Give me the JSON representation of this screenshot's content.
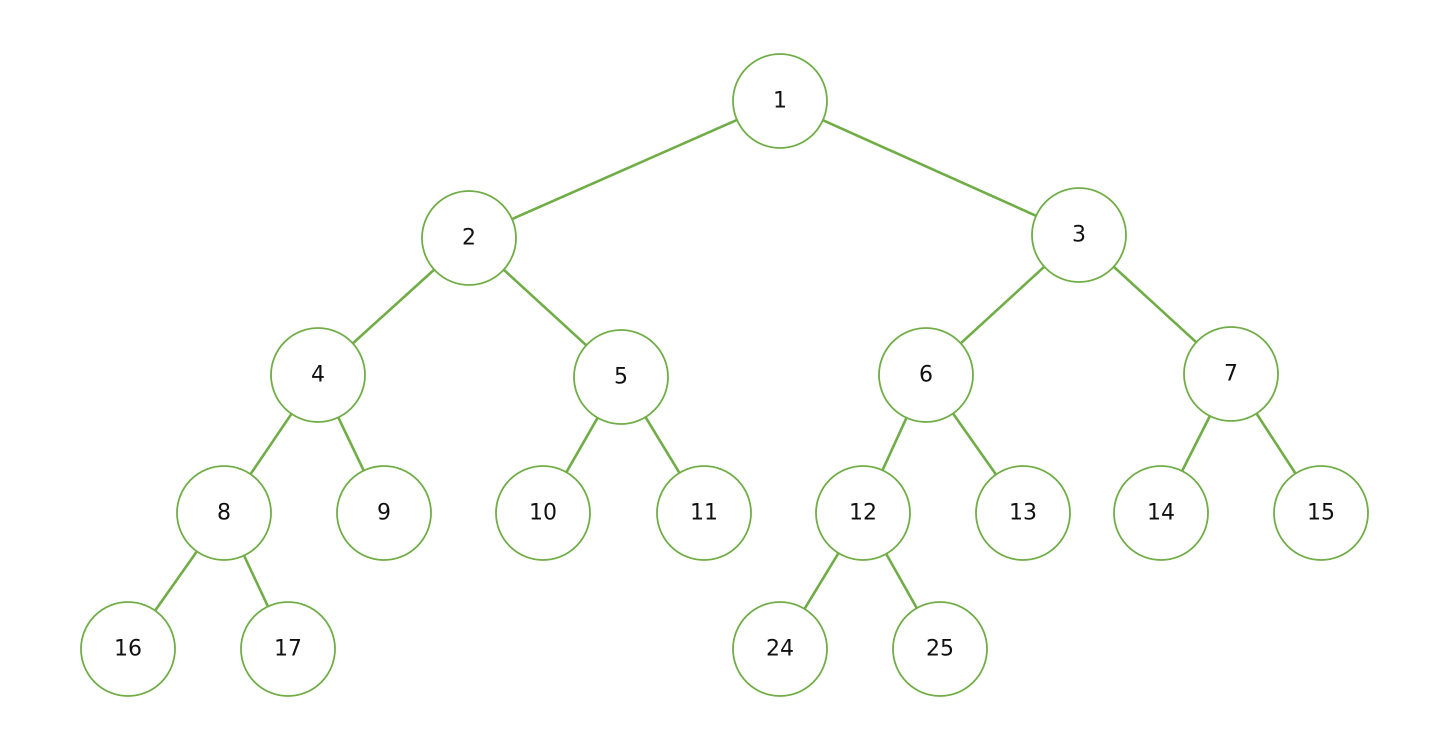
{
  "theme": {
    "edge_color": "#70ad47",
    "node_stroke": "#70ad47",
    "node_fill": "#ffffff",
    "text_color": "#111111"
  },
  "tree": {
    "nodes": [
      {
        "id": "1",
        "label": "1"
      },
      {
        "id": "2",
        "label": "2"
      },
      {
        "id": "3",
        "label": "3"
      },
      {
        "id": "4",
        "label": "4"
      },
      {
        "id": "5",
        "label": "5"
      },
      {
        "id": "6",
        "label": "6"
      },
      {
        "id": "7",
        "label": "7"
      },
      {
        "id": "8",
        "label": "8"
      },
      {
        "id": "9",
        "label": "9"
      },
      {
        "id": "10",
        "label": "10"
      },
      {
        "id": "11",
        "label": "11"
      },
      {
        "id": "12",
        "label": "12"
      },
      {
        "id": "13",
        "label": "13"
      },
      {
        "id": "14",
        "label": "14"
      },
      {
        "id": "15",
        "label": "15"
      },
      {
        "id": "16",
        "label": "16"
      },
      {
        "id": "17",
        "label": "17"
      },
      {
        "id": "24",
        "label": "24"
      },
      {
        "id": "25",
        "label": "25"
      }
    ],
    "edges": [
      [
        "1",
        "2"
      ],
      [
        "1",
        "3"
      ],
      [
        "2",
        "4"
      ],
      [
        "2",
        "5"
      ],
      [
        "3",
        "6"
      ],
      [
        "3",
        "7"
      ],
      [
        "4",
        "8"
      ],
      [
        "4",
        "9"
      ],
      [
        "5",
        "10"
      ],
      [
        "5",
        "11"
      ],
      [
        "6",
        "12"
      ],
      [
        "6",
        "13"
      ],
      [
        "7",
        "14"
      ],
      [
        "7",
        "15"
      ],
      [
        "8",
        "16"
      ],
      [
        "8",
        "17"
      ],
      [
        "12",
        "24"
      ],
      [
        "12",
        "25"
      ]
    ]
  }
}
